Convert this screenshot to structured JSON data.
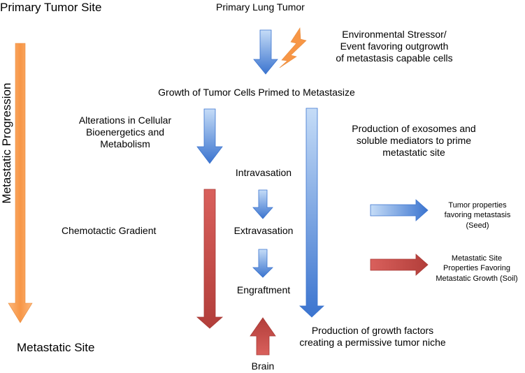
{
  "labels": {
    "primary_tumor_site": "Primary Tumor Site",
    "metastatic_site": "Metastatic Site",
    "metastatic_progression": "Metastatic Progression",
    "primary_lung_tumor": "Primary Lung Tumor",
    "environmental_stressor": "Environmental Stressor/\nEvent favoring outgrowth\nof metastasis capable cells",
    "growth_primed": "Growth of Tumor Cells Primed to Metastasize",
    "bioenergetics": "Alterations in Cellular\nBioenergetics and\nMetabolism",
    "exosomes": "Production of exosomes and\nsoluble mediators to prime\nmetastatic site",
    "intravasation": "Intravasation",
    "extravasation": "Extravasation",
    "engraftment": "Engraftment",
    "chemotactic_gradient": "Chemotactic Gradient",
    "growth_factors": "Production of growth factors\ncreating a permissive tumor niche",
    "brain": "Brain"
  },
  "legend": {
    "seed_label": "Tumor properties\nfavoring metastasis\n(Seed)",
    "soil_label": "Metastatic Site\nProperties Favoring\nMetastatic Growth (Soil)"
  },
  "colors": {
    "orange": "#f79646",
    "orange_light": "#fdb77a",
    "blue_light": "#c5dcf7",
    "blue_dark": "#3b74cf",
    "red_light": "#d9605c",
    "red_dark": "#b23e3a",
    "lightning": "#f79646"
  },
  "icons": {
    "stressor": "lightning-bolt-icon"
  }
}
